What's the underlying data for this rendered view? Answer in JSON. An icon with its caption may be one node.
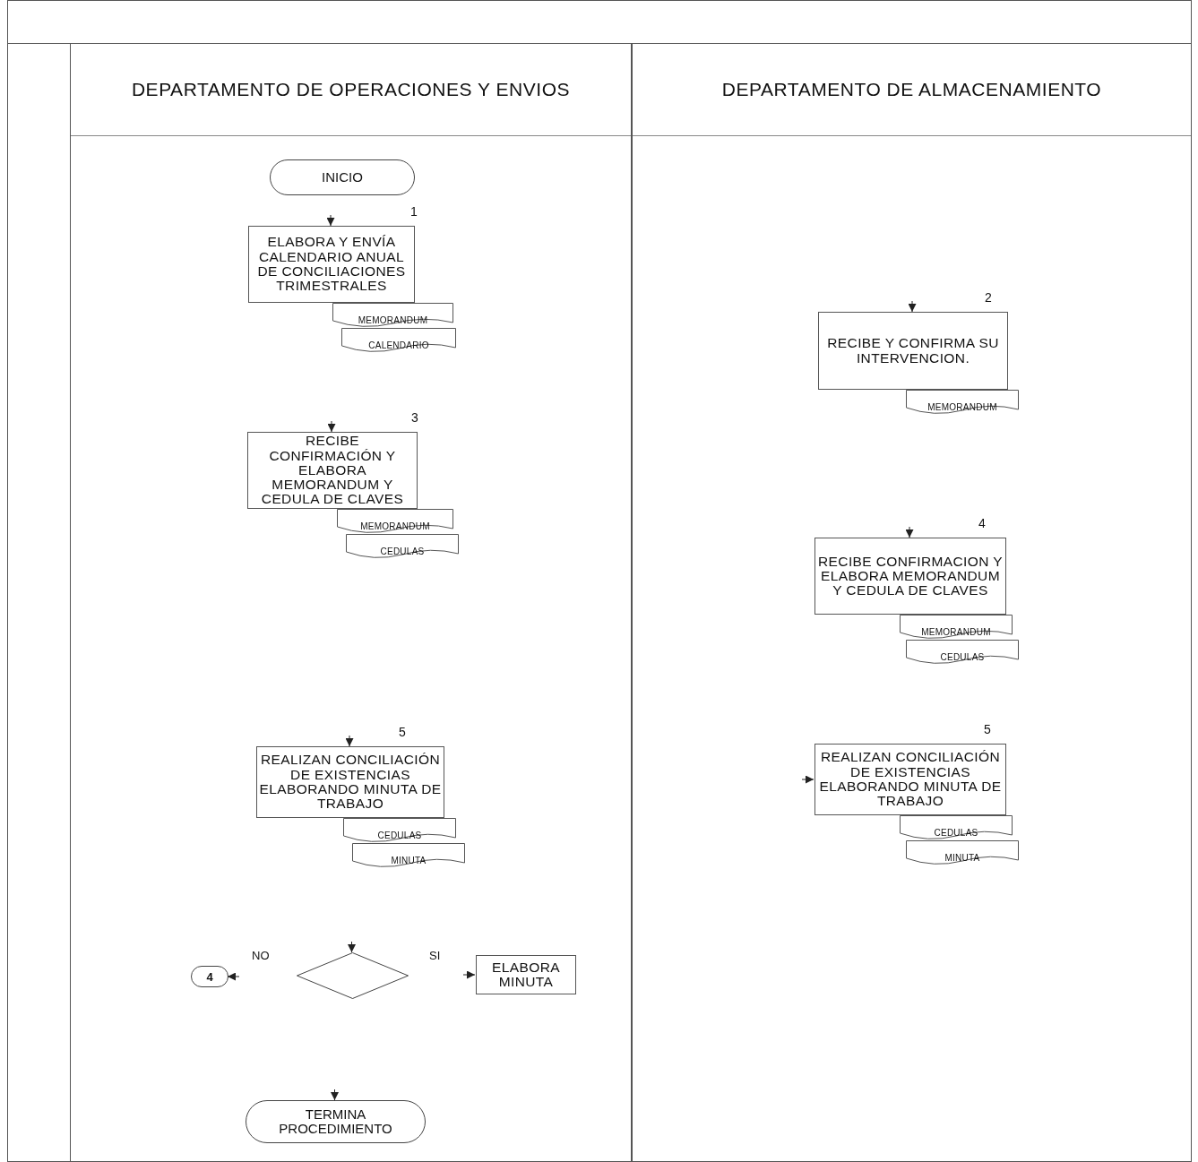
{
  "diagram": {
    "nodes": [
      {
        "text": [
          "DEPARTAMENTO DE OPERACIONES Y ENVIOS"
        ]
      },
      {
        "text": [
          "DEPARTAMENTO DE ALMACENAMIENTO"
        ]
      },
      {
        "text": [
          "INICIO"
        ],
        "in": 0
      },
      {
        "text": [
          "ELABORA Y ENVÍA CALENDARIO ANUAL DE CONCILIACIONES TRIMESTRALES"
        ],
        "in": 0,
        "beside": [
          "1"
        ]
      },
      {
        "text": [
          "MEMORANDUM"
        ],
        "in": 0
      },
      {
        "text": [
          "CALENDARIO"
        ],
        "in": 0
      },
      {
        "text": [
          "RECIBE Y CONFIRMA SU INTERVENCION."
        ],
        "in": 1,
        "beside": [
          "2"
        ]
      },
      {
        "text": [
          "MEMORANDUM"
        ],
        "in": 1
      },
      {
        "text": [
          "RECIBE CONFIRMACIÓN Y ELABORA MEMORANDUM Y CEDULA DE CLAVES"
        ],
        "in": 0,
        "beside": [
          "3"
        ]
      },
      {
        "text": [
          "MEMORANDUM"
        ],
        "in": 0
      },
      {
        "text": [
          "CEDULAS"
        ],
        "in": 0
      },
      {
        "text": [
          "RECIBE CONFIRMACION Y ELABORA MEMORANDUM Y CEDULA DE CLAVES"
        ],
        "in": 1,
        "beside": [
          "4"
        ]
      },
      {
        "text": [
          "MEMORANDUM"
        ],
        "in": 1
      },
      {
        "text": [
          "CEDULAS"
        ],
        "in": 1
      },
      {
        "text": [
          "REALIZAN CONCILIACIÓN DE EXISTENCIAS ELABORANDO MINUTA DE TRABAJO"
        ],
        "in": 0,
        "beside": [
          "5"
        ]
      },
      {
        "text": [
          "CEDULAS"
        ],
        "in": 0
      },
      {
        "text": [
          "MINUTA"
        ],
        "in": 0
      },
      {
        "text": [
          "REALIZAN CONCILIACIÓN DE EXISTENCIAS ELABORANDO MINUTA DE TRABAJO"
        ],
        "in": 1,
        "beside": [
          "5"
        ]
      },
      {
        "text": [
          "CEDULAS"
        ],
        "in": 1
      },
      {
        "text": [
          "MINUTA"
        ],
        "in": 1
      },
      {
        "text": [
          "4"
        ],
        "in": 0
      },
      {
        "text": [],
        "shape": "diamond",
        "in": 0
      },
      {
        "text": [
          "ELABORA MINUTA"
        ],
        "in": 0
      },
      {
        "text": [
          "TERMINA PROCEDIMIENTO"
        ],
        "in": 0
      }
    ],
    "edges": [
      {
        "from": null,
        "to": 3,
        "arrow": "to"
      },
      {
        "from": null,
        "to": 6,
        "arrow": "to"
      },
      {
        "from": null,
        "to": 8,
        "arrow": "to"
      },
      {
        "from": null,
        "to": 11,
        "arrow": "to"
      },
      {
        "from": null,
        "to": 14,
        "arrow": "to"
      },
      {
        "from": null,
        "to": 17,
        "arrow": "to"
      },
      {
        "from": null,
        "to": 21,
        "arrow": "to"
      },
      {
        "from": null,
        "to": 20,
        "arrow": "to",
        "label": "NO"
      },
      {
        "from": null,
        "to": 22,
        "arrow": "to",
        "label": "SI"
      },
      {
        "from": null,
        "to": 23,
        "arrow": "to"
      }
    ]
  }
}
